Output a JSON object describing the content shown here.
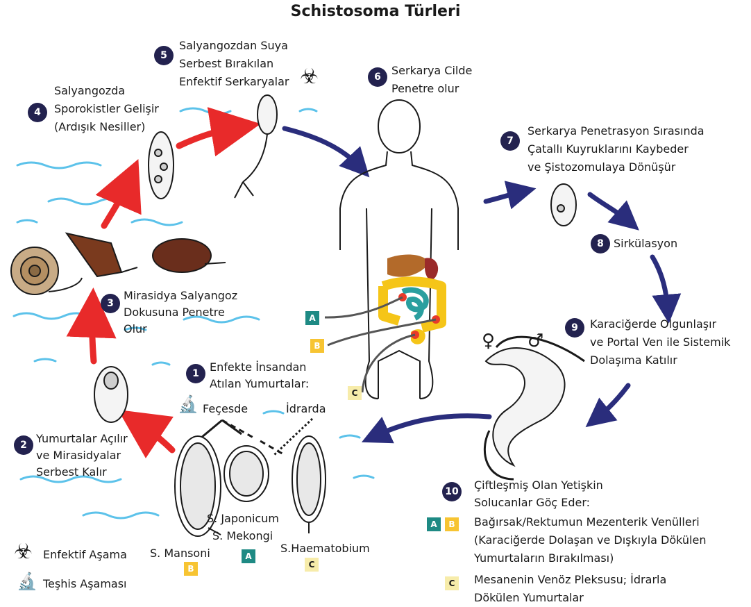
{
  "title": "Schistosoma Türleri",
  "steps": [
    {
      "num": "1",
      "lines": [
        "Enfekte İnsandan",
        "Atılan Yumurtalar:"
      ]
    },
    {
      "num": "2",
      "lines": [
        "Yumurtalar Açılır",
        "ve Mirasidyalar",
        "Serbest Kalır"
      ]
    },
    {
      "num": "3",
      "lines": [
        "Mirasidya Salyangoz",
        "Dokusuna Penetre",
        "Olur"
      ]
    },
    {
      "num": "4",
      "lines": [
        "Salyangozda",
        "Sporokistler Gelişir",
        "(Ardışık Nesiller)"
      ]
    },
    {
      "num": "5",
      "lines": [
        "Salyangozdan Suya",
        "Serbest Bırakılan",
        "Enfektif Serkaryalar"
      ]
    },
    {
      "num": "6",
      "lines": [
        "Serkarya Cilde",
        "Penetre olur"
      ]
    },
    {
      "num": "7",
      "lines": [
        "Serkarya Penetrasyon Sırasında",
        "Çatallı Kuyruklarını Kaybeder",
        "ve Şistozomulaya Dönüşür"
      ]
    },
    {
      "num": "8",
      "lines": [
        "Sirkülasyon"
      ]
    },
    {
      "num": "9",
      "lines": [
        "Karaciğerde Olgunlaşır",
        "ve Portal Ven ile Sistemik",
        "Dolaşıma Katılır"
      ]
    },
    {
      "num": "10",
      "lines": [
        "Çiftleşmiş Olan Yetişkin",
        "Solucanlar Göç Eder:",
        "Bağırsak/Rektumun Mezenterik Venülleri",
        "(Karaciğerde Dolaşan ve Dışkıyla Dökülen",
        "Yumurtaların Bırakılması)",
        "Mesanenin Venöz Pleksusu; İdrarla",
        "Dökülen Yumurtalar"
      ]
    }
  ],
  "feces_label": "Feçesde",
  "urine_label": "İdrarda",
  "species": {
    "japonicum": "S. Japonicum",
    "mekongi": "S. Mekongi",
    "mansoni": "S. Mansoni",
    "haematobium": "S.Haematobium"
  },
  "badges": {
    "a": "A",
    "b": "B",
    "c": "C"
  },
  "badge_colors": {
    "a": "#1e8a84",
    "b": "#f7c432",
    "c": "#f7ecaa"
  },
  "symbols": {
    "female": "♀",
    "male": "♂"
  },
  "legend": {
    "infective": "Enfektif Aşama",
    "diagnostic": "Teşhis Aşaması"
  },
  "icons": {
    "biohazard": "☣",
    "microscope": "🔬",
    "biohazard_name": "biohazard-icon",
    "microscope_name": "microscope-icon"
  },
  "colors": {
    "step_number_bg": "#23224f",
    "red_arrow": "#e82a2a",
    "blue_arrow": "#2a2d7c",
    "water": "#5cc2ea"
  }
}
